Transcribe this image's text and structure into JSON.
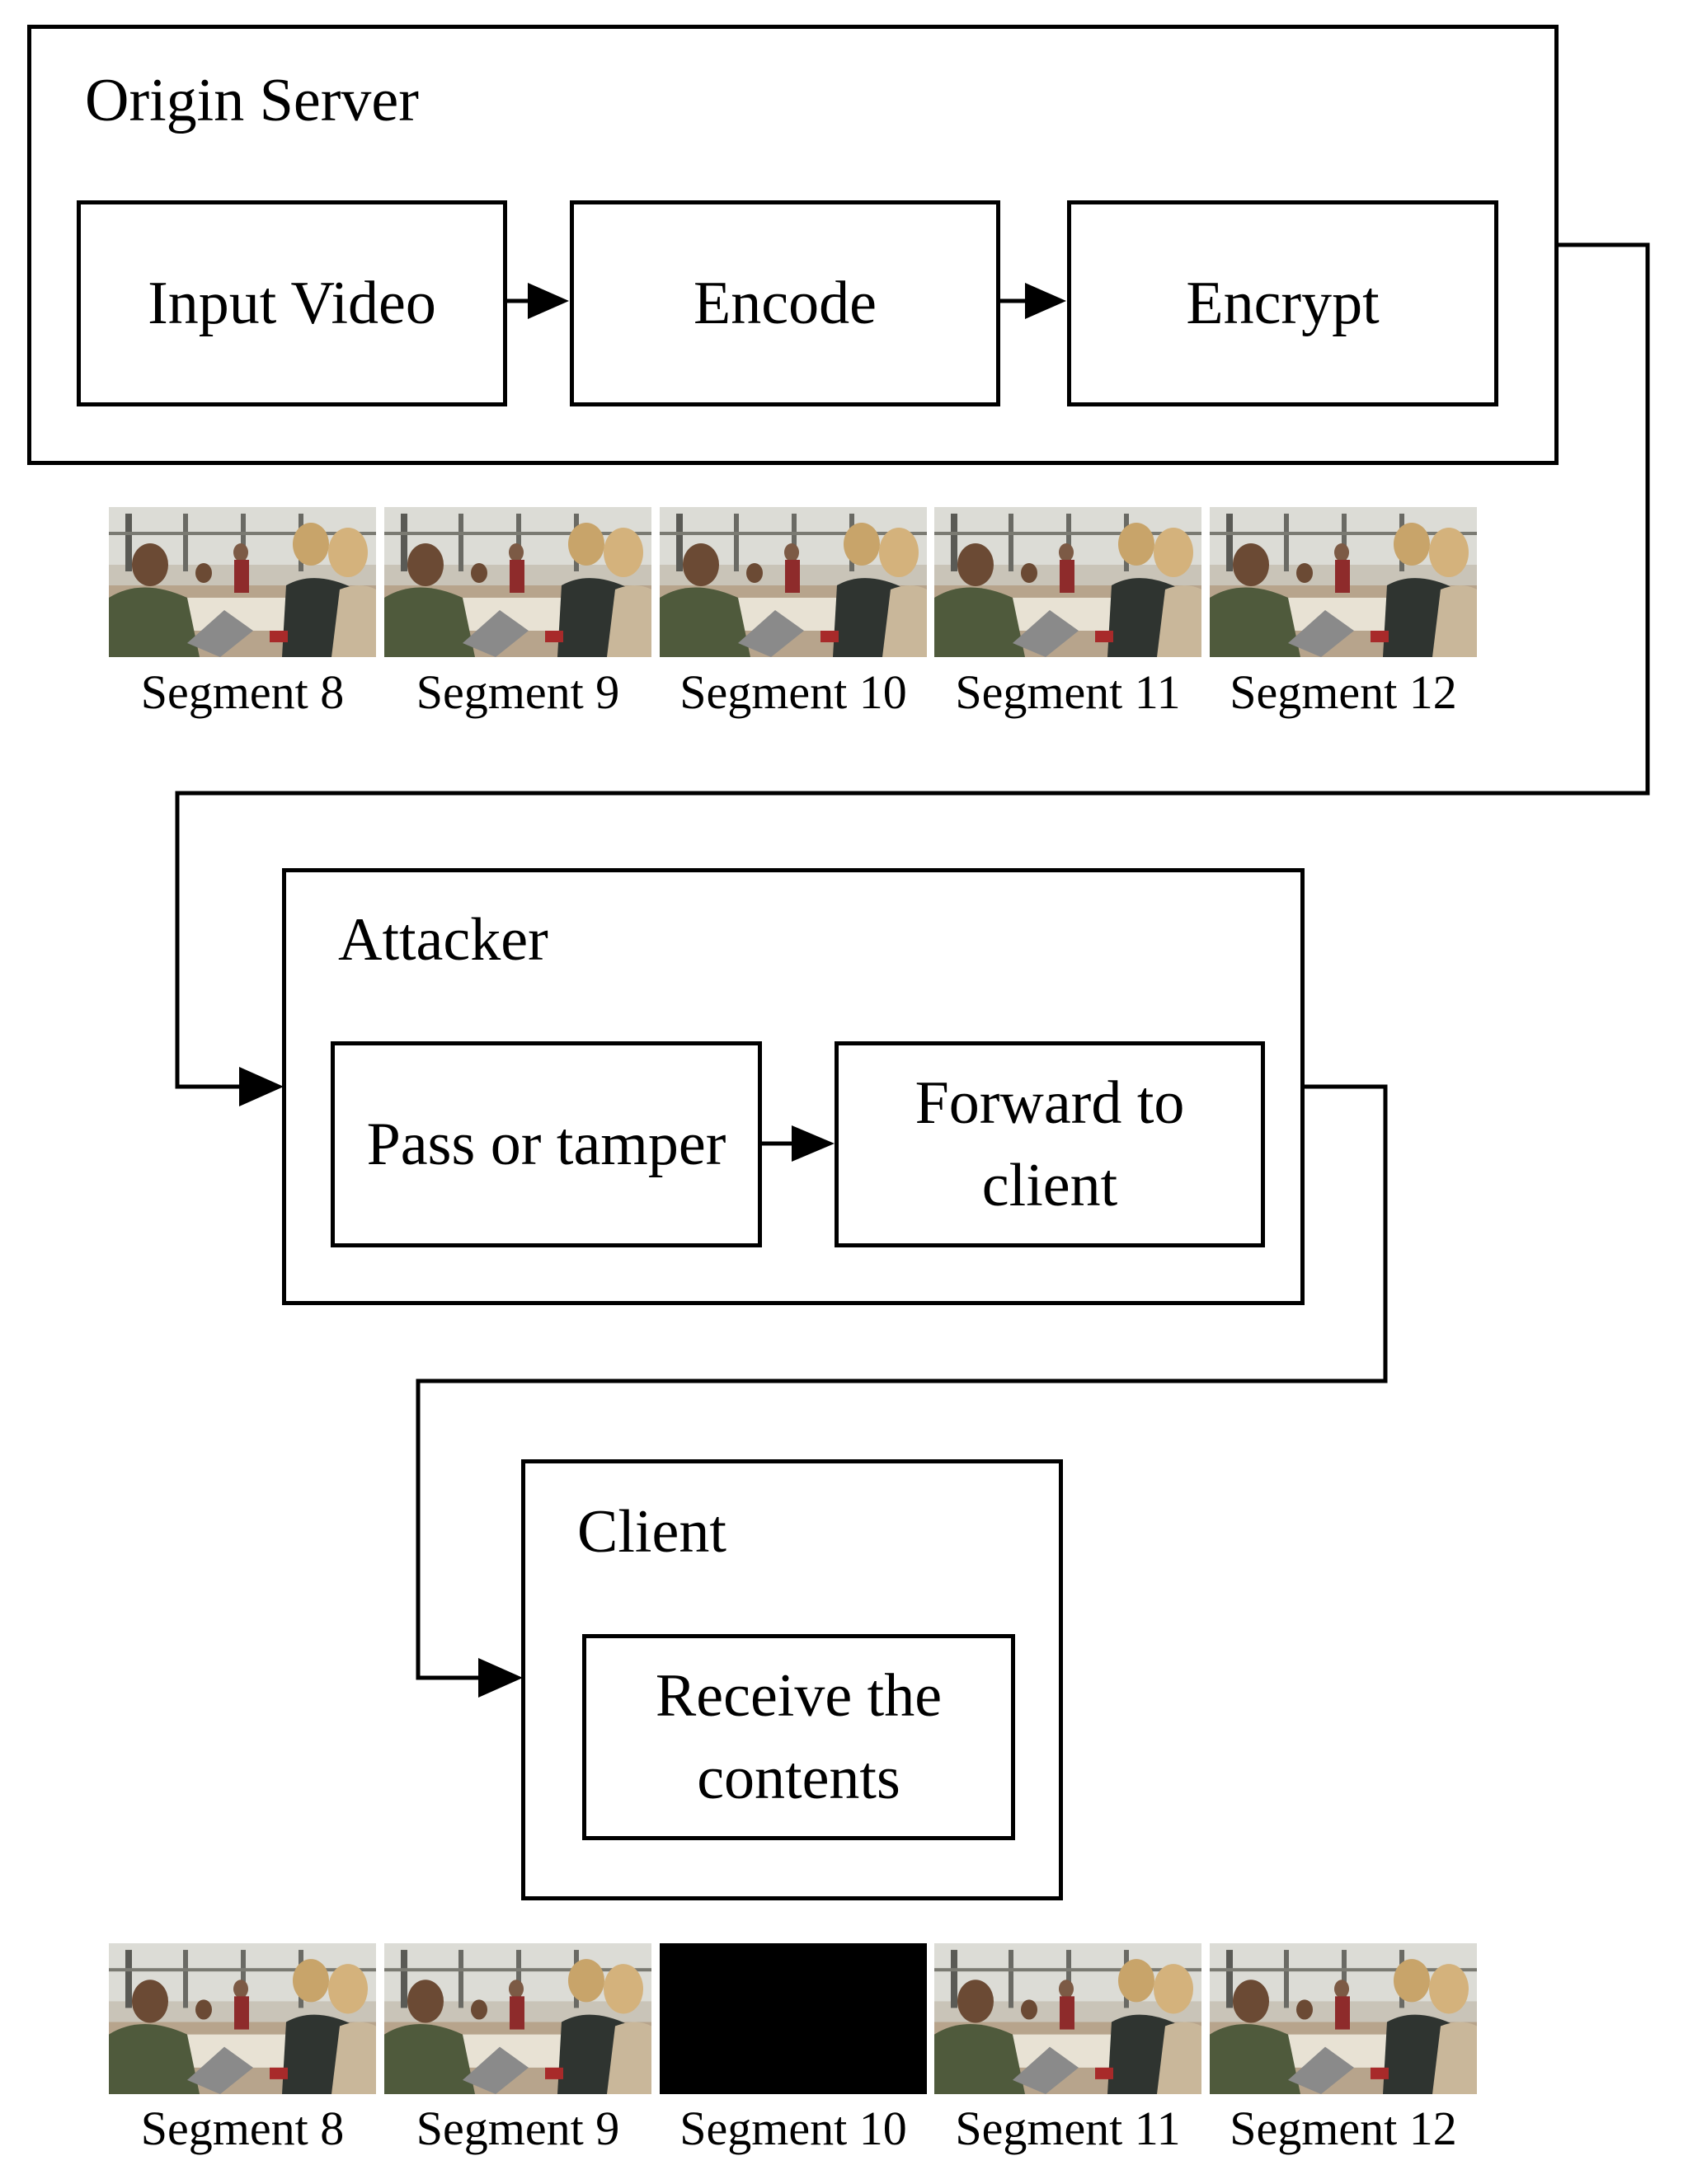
{
  "origin_server": {
    "title": "Origin Server",
    "steps": [
      "Input Video",
      "Encode",
      "Encrypt"
    ]
  },
  "attacker": {
    "title": "Attacker",
    "steps": [
      "Pass or tamper",
      "Forward to\nclient"
    ]
  },
  "client": {
    "title": "Client",
    "steps": [
      "Receive the\ncontents"
    ]
  },
  "segments_sent": [
    {
      "label": "Segment 8",
      "frame": "meeting-scene"
    },
    {
      "label": "Segment 9",
      "frame": "meeting-scene"
    },
    {
      "label": "Segment 10",
      "frame": "meeting-scene"
    },
    {
      "label": "Segment 11",
      "frame": "meeting-scene"
    },
    {
      "label": "Segment 12",
      "frame": "meeting-scene"
    }
  ],
  "segments_received": [
    {
      "label": "Segment 8",
      "frame": "meeting-scene"
    },
    {
      "label": "Segment 9",
      "frame": "meeting-scene"
    },
    {
      "label": "Segment 10",
      "frame": "black-frame"
    },
    {
      "label": "Segment 11",
      "frame": "meeting-scene"
    },
    {
      "label": "Segment 12",
      "frame": "meeting-scene"
    }
  ],
  "colors": {
    "stroke": "#000000",
    "tampered_frame": "#000000"
  }
}
